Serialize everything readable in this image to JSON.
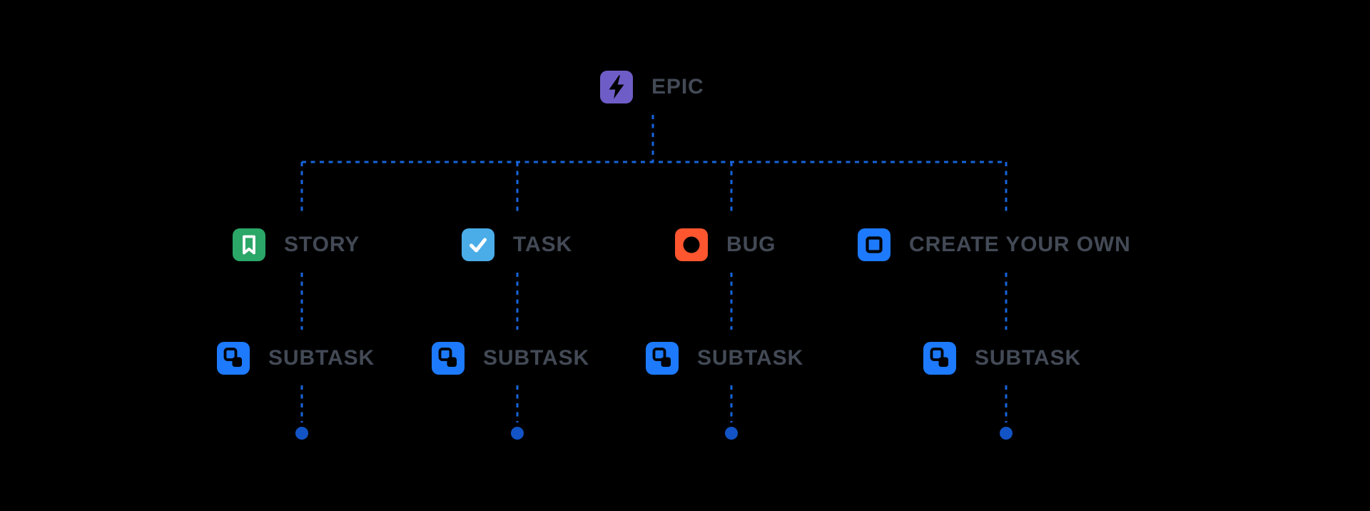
{
  "page": {
    "background_color": "#000000"
  },
  "connectors": {
    "style": "dashed",
    "line_color": "#1665DC",
    "dot_color": "#1254C6"
  },
  "labels": {
    "text_color": "#434A56"
  },
  "diagram": {
    "root": {
      "label": "EPIC",
      "icon": "epic-lightning-icon",
      "tile_color": "#6E5DC6",
      "glyph_color": "#000000"
    },
    "columns": [
      {
        "type": {
          "label": "STORY",
          "icon": "story-bookmark-icon",
          "tile_color": "#2BA768",
          "glyph_color": "#FFFFFF"
        },
        "subtask": {
          "label": "SUBTASK",
          "icon": "subtask-icon",
          "tile_color": "#1D7AFC",
          "glyph_color": "#000000"
        }
      },
      {
        "type": {
          "label": "TASK",
          "icon": "task-check-icon",
          "tile_color": "#4BADE8",
          "glyph_color": "#FFFFFF"
        },
        "subtask": {
          "label": "SUBTASK",
          "icon": "subtask-icon",
          "tile_color": "#1D7AFC",
          "glyph_color": "#000000"
        }
      },
      {
        "type": {
          "label": "BUG",
          "icon": "bug-circle-icon",
          "tile_color": "#FF5630",
          "glyph_color": "#000000"
        },
        "subtask": {
          "label": "SUBTASK",
          "icon": "subtask-icon",
          "tile_color": "#1D7AFC",
          "glyph_color": "#000000"
        }
      },
      {
        "type": {
          "label": "CREATE YOUR OWN",
          "icon": "create-your-own-icon",
          "tile_color": "#1D7AFC",
          "glyph_color": "#000000"
        },
        "subtask": {
          "label": "SUBTASK",
          "icon": "subtask-icon",
          "tile_color": "#1D7AFC",
          "glyph_color": "#000000"
        }
      }
    ]
  }
}
